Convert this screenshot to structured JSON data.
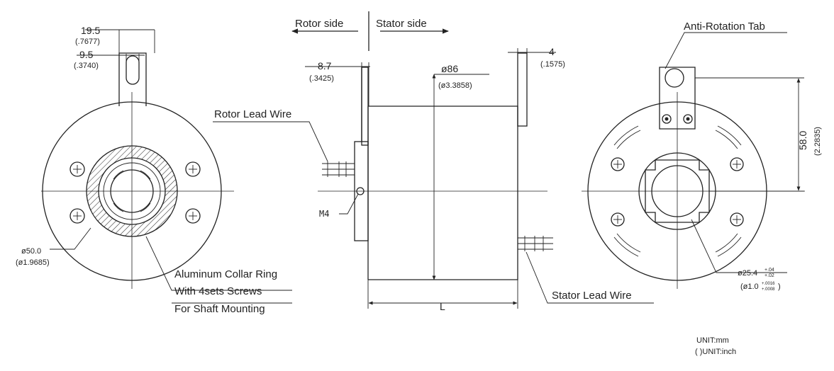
{
  "header": {
    "rotor_side": "Rotor side",
    "stator_side": "Stator side"
  },
  "left_view": {
    "dim_outer_mm": "19.5",
    "dim_outer_in": "(.7677)",
    "dim_inner_mm": "9.5",
    "dim_inner_in": "(.3740)",
    "collar_dia_mm": "ø50.0",
    "collar_dia_in": "(ø1.9685)",
    "collar_note_line1": "Aluminum Collar Ring",
    "collar_note_line2": "With 4sets Screws",
    "collar_note_line3": "For Shaft Mounting"
  },
  "side_view": {
    "flange_thk_mm": "8.7",
    "flange_thk_in": "(.3425)",
    "body_dia_mm": "ø86",
    "body_dia_in": "(ø3.3858)",
    "tab_thk_mm": "4",
    "tab_thk_in": "(.1575)",
    "rotor_lead_wire": "Rotor Lead Wire",
    "thread": "M4",
    "stator_lead_wire": "Stator Lead Wire",
    "length": "L"
  },
  "right_view": {
    "anti_rotation_tab": "Anti-Rotation Tab",
    "tab_height_mm": "58.0",
    "tab_height_in": "(2.2835)",
    "bore_dia_mm": "ø25.4",
    "bore_tol_mm_upper": "+.04",
    "bore_tol_mm_lower": "+.02",
    "bore_dia_in": "(ø1.0",
    "bore_tol_in_upper": "+.0016",
    "bore_tol_in_lower": "+.0008",
    "bore_close": ")"
  },
  "units": {
    "mm": "UNIT:mm",
    "inch": "( )UNIT:inch"
  }
}
